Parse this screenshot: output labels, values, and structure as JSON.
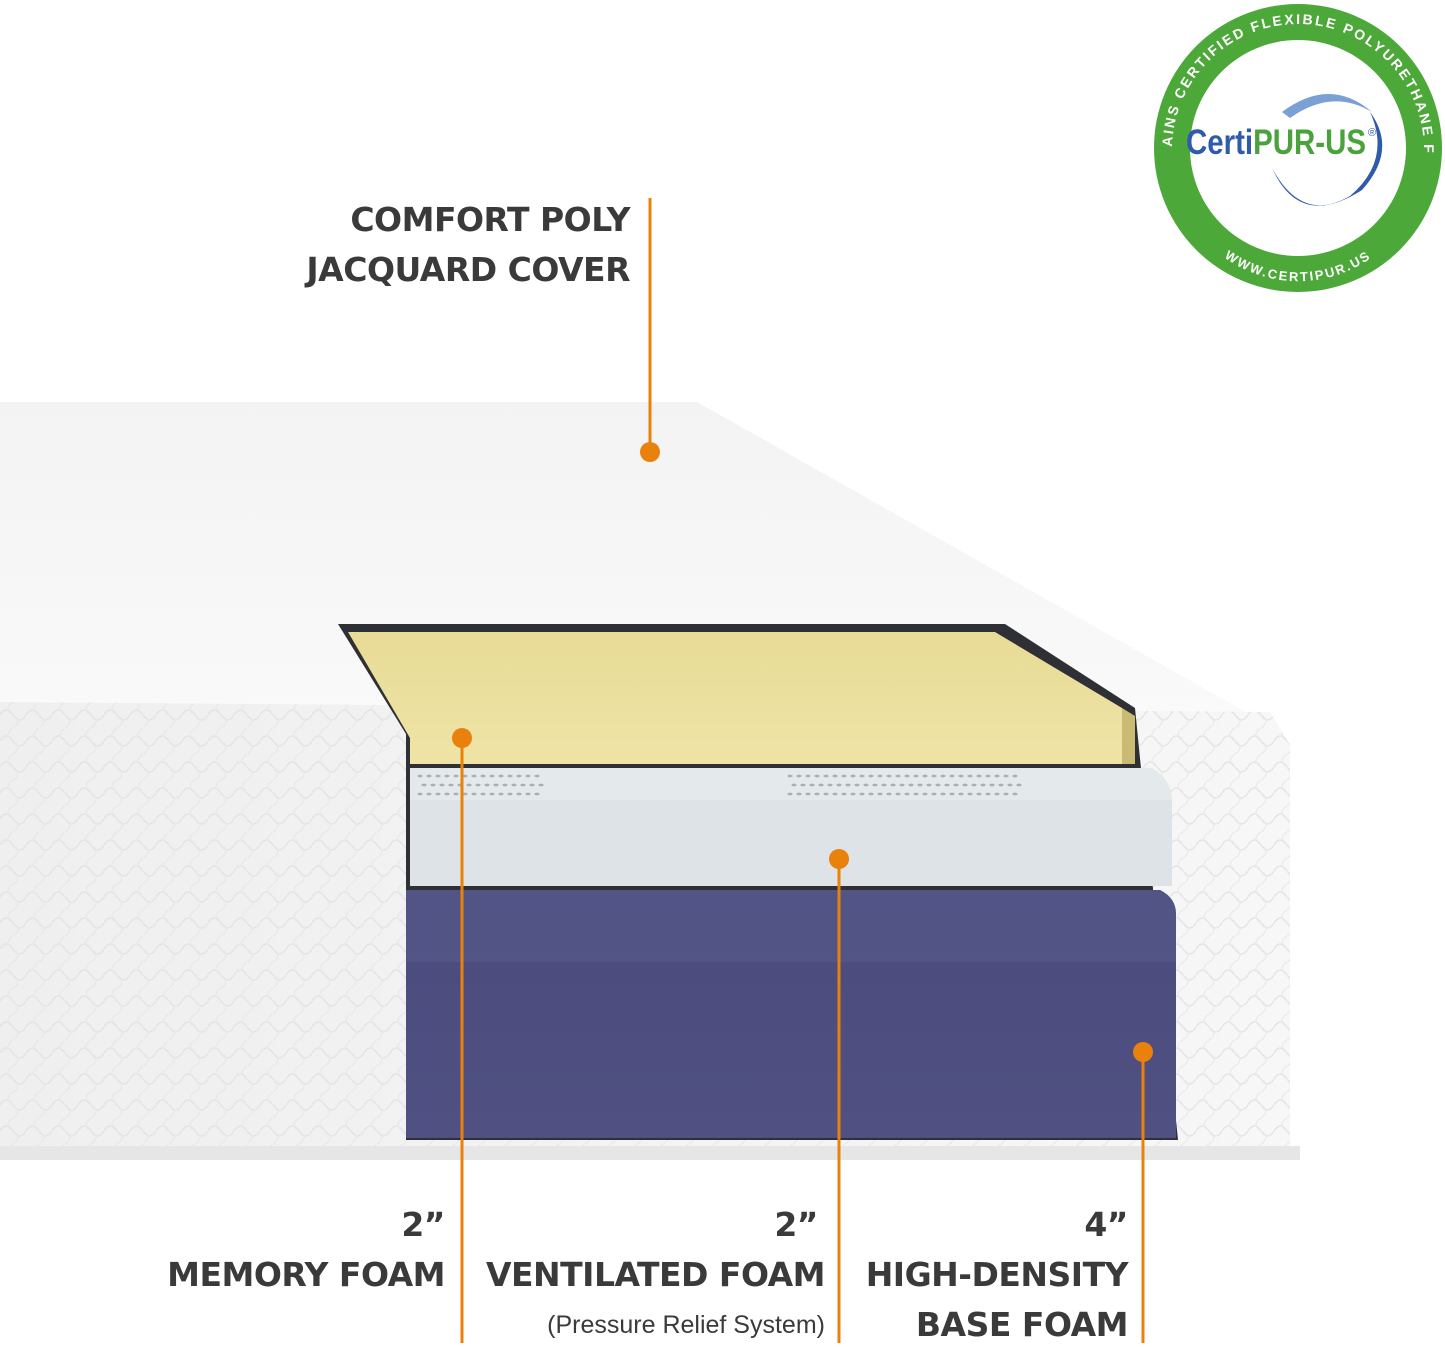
{
  "colors": {
    "accent": "#e8820c",
    "text": "#3a3a3a",
    "memory_foam": "#ebdf9c",
    "ventilated_foam": "#e3e8ea",
    "base_foam": "#4e4f7e",
    "cover": "#f4f4f4",
    "badge_green": "#4da83a",
    "badge_blue": "#2f5bab"
  },
  "cover": {
    "line1": "COMFORT POLY",
    "line2": "JACQUARD COVER"
  },
  "layers": [
    {
      "thickness": "2”",
      "name": "MEMORY FOAM",
      "name2": "",
      "note": ""
    },
    {
      "thickness": "2”",
      "name": "VENTILATED FOAM",
      "name2": "",
      "note": "(Pressure Relief System)"
    },
    {
      "thickness": "4”",
      "name": "HIGH-DENSITY",
      "name2": "BASE FOAM",
      "note": ""
    }
  ],
  "badge": {
    "ring_text": "CONTAINS CERTIFIED FLEXIBLE POLYURETHANE FOAM",
    "url": "WWW.CERTIPUR.US",
    "logo_a": "Certi",
    "logo_b": "PUR-US",
    "reg": "®"
  }
}
